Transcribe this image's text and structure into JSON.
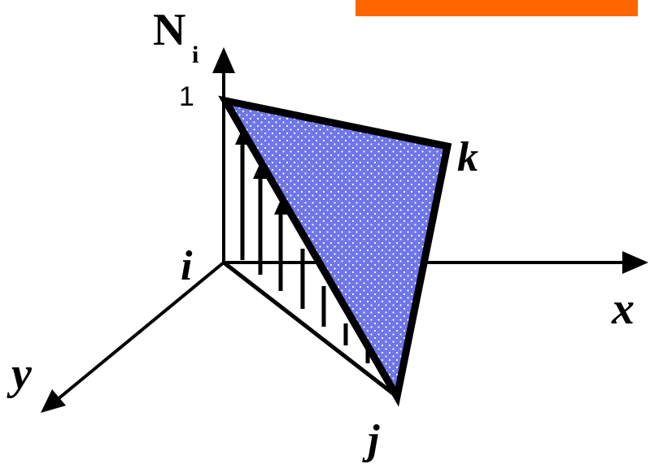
{
  "banner": {
    "text": "",
    "color": "#ff6600"
  },
  "labels": {
    "function": "N",
    "function_subscript": "i",
    "unit_value": "1",
    "node_i": "i",
    "node_j": "j",
    "node_k": "k",
    "axis_x": "x",
    "axis_y": "y"
  },
  "colors": {
    "triangle_fill": "#6f76e8",
    "triangle_dots": "#ffffff",
    "stroke": "#000000"
  }
}
